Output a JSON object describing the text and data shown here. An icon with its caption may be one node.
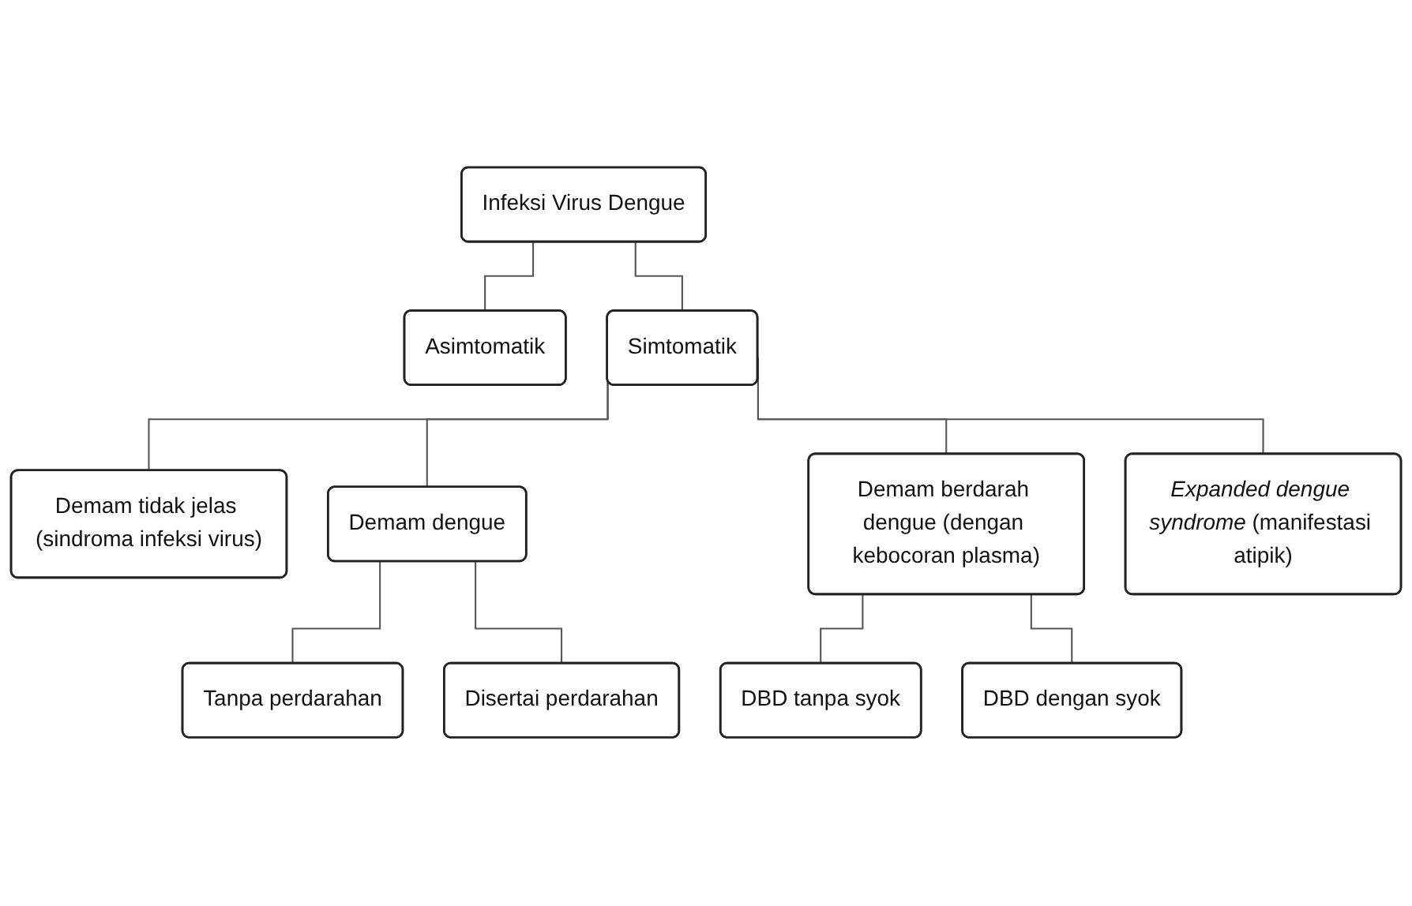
{
  "diagram": {
    "nodes": [
      {
        "text": [
          "Infeksi Virus Dengue"
        ]
      },
      {
        "text": [
          "Asimtomatik"
        ]
      },
      {
        "text": [
          "Simtomatik"
        ]
      },
      {
        "text": [
          "Demam tidak jelas (sindroma infeksi virus)"
        ]
      },
      {
        "text": [
          "Demam dengue"
        ]
      },
      {
        "text": [
          "Demam berdarah dengue (dengan kebocoran plasma)"
        ]
      },
      {
        "text": [
          "*Expanded dengue syndrome* (manifestasi atipik)"
        ]
      },
      {
        "text": [
          "Tanpa perdarahan"
        ]
      },
      {
        "text": [
          "Disertai perdarahan"
        ]
      },
      {
        "text": [
          "DBD tanpa syok"
        ]
      },
      {
        "text": [
          "DBD dengan syok"
        ]
      }
    ],
    "edges": [
      {
        "from": 0,
        "to": 1,
        "arrow": "none"
      },
      {
        "from": 0,
        "to": 2,
        "arrow": "none"
      },
      {
        "from": 2,
        "to": 3,
        "arrow": "none"
      },
      {
        "from": 2,
        "to": 4,
        "arrow": "none"
      },
      {
        "from": 2,
        "to": 5,
        "arrow": "none"
      },
      {
        "from": 2,
        "to": 6,
        "arrow": "none"
      },
      {
        "from": 4,
        "to": 7,
        "arrow": "none"
      },
      {
        "from": 4,
        "to": 8,
        "arrow": "none"
      },
      {
        "from": 5,
        "to": 9,
        "arrow": "none"
      },
      {
        "from": 5,
        "to": 10,
        "arrow": "none"
      }
    ]
  }
}
